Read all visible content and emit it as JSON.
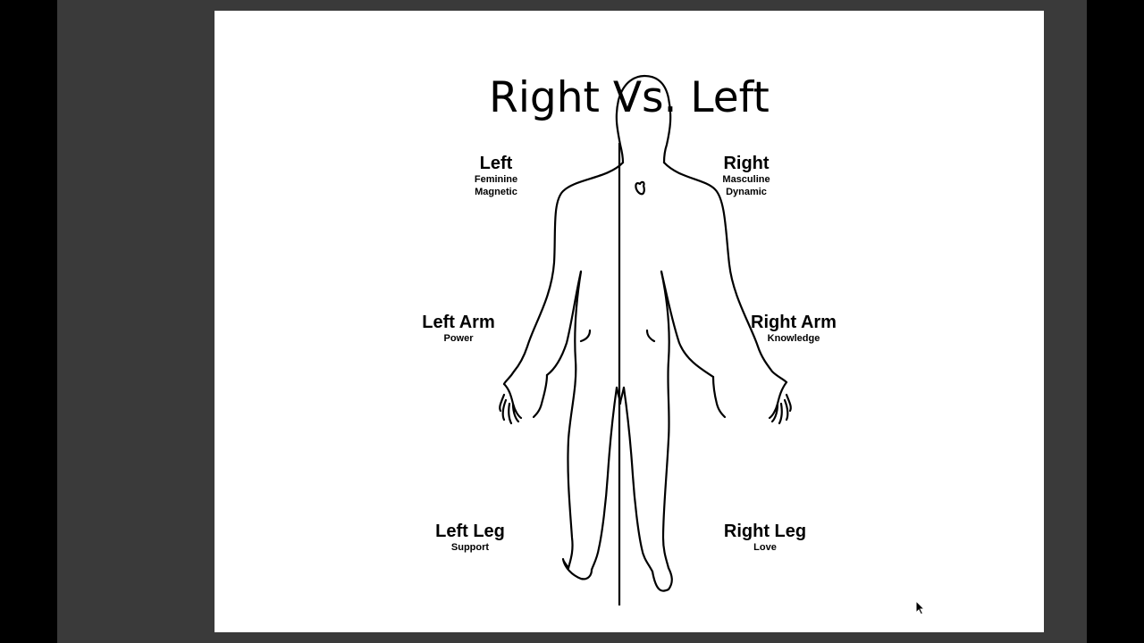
{
  "slide": {
    "title": "Right Vs. Left",
    "labels": {
      "left": {
        "heading": "Left",
        "lines": [
          "Feminine",
          "Magnetic"
        ]
      },
      "right": {
        "heading": "Right",
        "lines": [
          "Masculine",
          "Dynamic"
        ]
      },
      "left_arm": {
        "heading": "Left Arm",
        "lines": [
          "Power"
        ]
      },
      "right_arm": {
        "heading": "Right Arm",
        "lines": [
          "Knowledge"
        ]
      },
      "left_leg": {
        "heading": "Left Leg",
        "lines": [
          "Support"
        ]
      },
      "right_leg": {
        "heading": "Right Leg",
        "lines": [
          "Love"
        ]
      }
    }
  },
  "colors": {
    "outer_background": "#000000",
    "viewer_background": "#3a3a3a",
    "slide_background": "#ffffff",
    "ink": "#000000"
  }
}
